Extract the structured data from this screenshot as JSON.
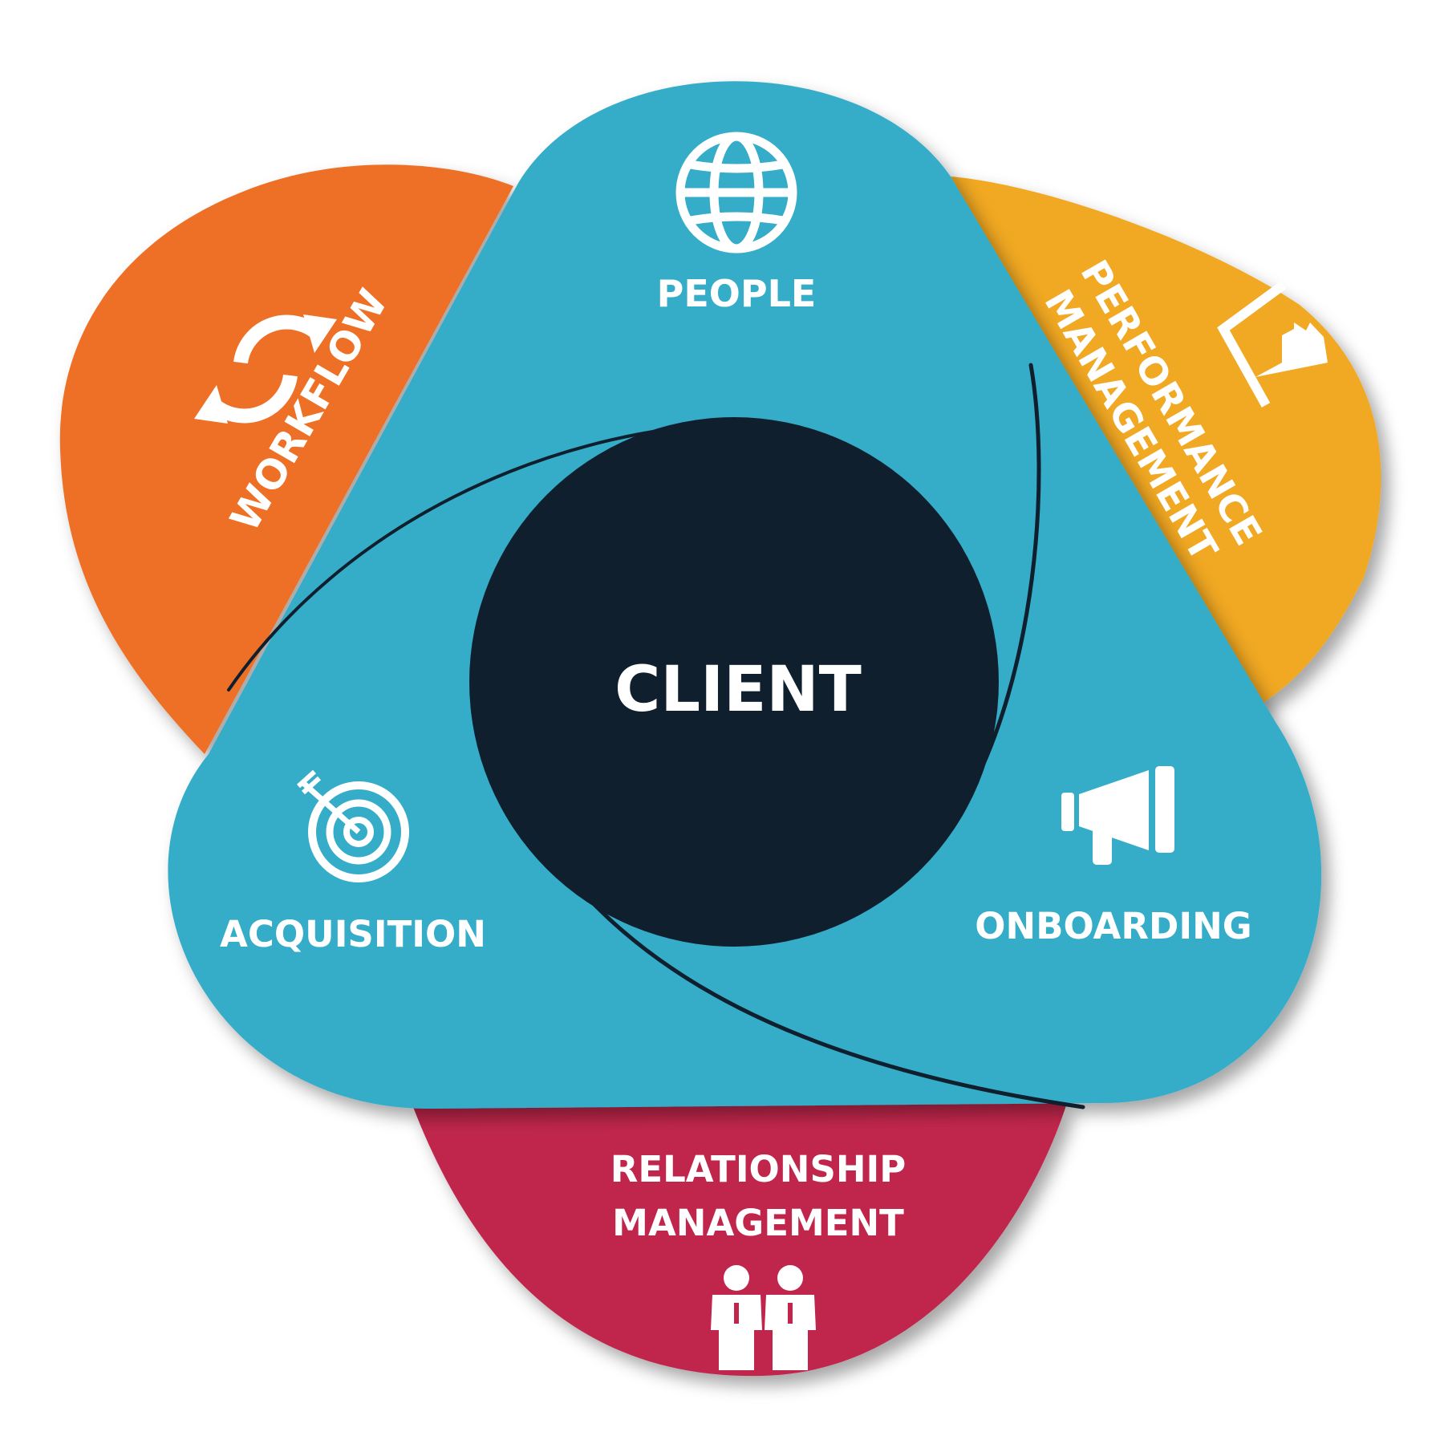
{
  "center": {
    "label": "CLIENT",
    "color": "#0f1f2d"
  },
  "inner_nodes": [
    {
      "label": "PEOPLE",
      "icon": "globe-icon"
    },
    {
      "label": "ACQUISITION",
      "icon": "target-icon"
    },
    {
      "label": "ONBOARDING",
      "icon": "megaphone-icon"
    }
  ],
  "outer_petals": [
    {
      "label": "WORKFLOW",
      "icon": "refresh-arrows-icon",
      "color": "#ee6f27"
    },
    {
      "label_line1": "PERFORMANCE",
      "label_line2": "MANAGEMENT",
      "icon": "chart-icon",
      "color": "#f1a823"
    },
    {
      "label_line1": "RELATIONSHIP",
      "label_line2": "MANAGEMENT",
      "icon": "people-icon",
      "color": "#c0254c"
    }
  ],
  "colors": {
    "triangle": "#35adc8",
    "icon_text": "#ffffff"
  }
}
